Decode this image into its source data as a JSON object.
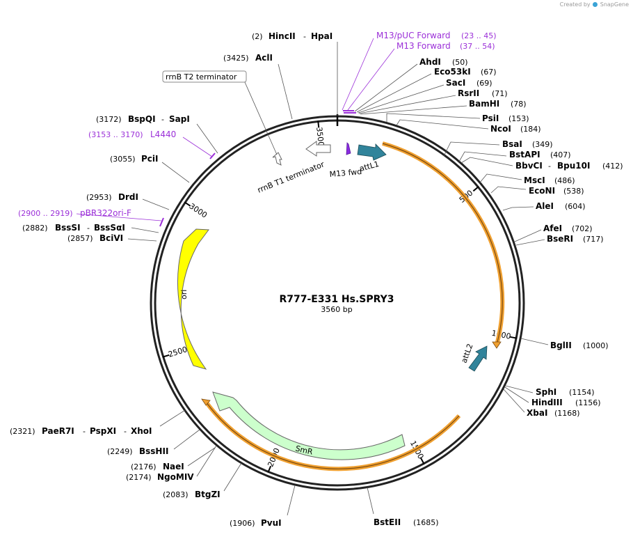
{
  "credit": {
    "prefix": "Created by",
    "brand": "SnapGene"
  },
  "map": {
    "name": "R777-E331 Hs.SPRY3",
    "length_label": "3560 bp",
    "total_bp": 3560
  },
  "ticks": [
    {
      "label": "500",
      "pos": 500
    },
    {
      "label": "1000",
      "pos": 1000
    },
    {
      "label": "1500",
      "pos": 1500
    },
    {
      "label": "2000",
      "pos": 2000
    },
    {
      "label": "2500",
      "pos": 2500
    },
    {
      "label": "3000",
      "pos": 3000
    },
    {
      "label": "3500",
      "pos": 3500
    }
  ],
  "sites": [
    {
      "id": "hincii",
      "pos_text": "(2)",
      "name": "HincII",
      "name2": "HpaI",
      "bp": 2
    },
    {
      "id": "acli",
      "pos_text": "(3425)",
      "name": "AclI",
      "bp": 3425
    },
    {
      "id": "ahdi",
      "name": "AhdI",
      "pos_text": "(50)",
      "bp": 50
    },
    {
      "id": "eco53ki",
      "name": "Eco53kI",
      "pos_text": "(67)",
      "bp": 67
    },
    {
      "id": "saci",
      "name": "SacI",
      "pos_text": "(69)",
      "bp": 69
    },
    {
      "id": "rsrii",
      "name": "RsrII",
      "pos_text": "(71)",
      "bp": 71
    },
    {
      "id": "bamhi",
      "name": "BamHI",
      "pos_text": "(78)",
      "bp": 78
    },
    {
      "id": "psii",
      "name": "PsiI",
      "pos_text": "(153)",
      "bp": 153
    },
    {
      "id": "ncoi",
      "name": "NcoI",
      "pos_text": "(184)",
      "bp": 184
    },
    {
      "id": "bsai",
      "name": "BsaI",
      "pos_text": "(349)",
      "bp": 349
    },
    {
      "id": "bstapi",
      "name": "BstAPI",
      "pos_text": "(407)",
      "bp": 407
    },
    {
      "id": "bbvci",
      "name": "BbvCI",
      "name2": "Bpu10I",
      "pos_text": "(412)",
      "bp": 412
    },
    {
      "id": "msci",
      "name": "MscI",
      "pos_text": "(486)",
      "bp": 486
    },
    {
      "id": "econi",
      "name": "EcoNI",
      "pos_text": "(538)",
      "bp": 538
    },
    {
      "id": "alei",
      "name": "AleI",
      "pos_text": "(604)",
      "bp": 604
    },
    {
      "id": "afei",
      "name": "AfeI",
      "pos_text": "(702)",
      "bp": 702
    },
    {
      "id": "bseri",
      "name": "BseRI",
      "pos_text": "(717)",
      "bp": 717
    },
    {
      "id": "bglii",
      "name": "BglII",
      "pos_text": "(1000)",
      "bp": 1000
    },
    {
      "id": "sphi",
      "name": "SphI",
      "pos_text": "(1154)",
      "bp": 1154
    },
    {
      "id": "hindiii",
      "name": "HindIII",
      "pos_text": "(1156)",
      "bp": 1156
    },
    {
      "id": "xbai",
      "name": "XbaI",
      "pos_text": "(1168)",
      "bp": 1168
    },
    {
      "id": "bsteii",
      "name": "BstEII",
      "pos_text": "(1685)",
      "bp": 1685
    },
    {
      "id": "pvui",
      "pos_text": "(1906)",
      "name": "PvuI",
      "bp": 1906
    },
    {
      "id": "btgzi",
      "pos_text": "(2083)",
      "name": "BtgZI",
      "bp": 2083
    },
    {
      "id": "ngomiv",
      "pos_text": "(2174)",
      "name": "NgoMIV",
      "bp": 2174
    },
    {
      "id": "naei",
      "pos_text": "(2176)",
      "name": "NaeI",
      "bp": 2176
    },
    {
      "id": "psshii",
      "pos_text": "(2249)",
      "name": "BssHII",
      "bp": 2249
    },
    {
      "id": "paer7i",
      "pos_text": "(2321)",
      "name": "PaeR7I",
      "name2": "PspXI",
      "name3": "XhoI",
      "bp": 2321
    },
    {
      "id": "bcivi",
      "pos_text": "(2857)",
      "name": "BciVI",
      "bp": 2857
    },
    {
      "id": "bsssi",
      "pos_text": "(2882)",
      "name": "BssSI",
      "name2": "BssSαI",
      "bp": 2882
    },
    {
      "id": "drdi",
      "pos_text": "(2953)",
      "name": "DrdI",
      "bp": 2953
    },
    {
      "id": "pcii",
      "pos_text": "(3055)",
      "name": "PciI",
      "bp": 3055
    },
    {
      "id": "bspqi",
      "pos_text": "(3172)",
      "name": "BspQI",
      "name2": "SapI",
      "bp": 3172
    }
  ],
  "primers": [
    {
      "id": "m13puc",
      "name": "M13/pUC Forward",
      "range": "(23 .. 45)",
      "bp": 34
    },
    {
      "id": "m13fwd",
      "name": "M13 Forward",
      "range": "(37 .. 54)",
      "bp": 45
    },
    {
      "id": "l4440",
      "range": "(3153 .. 3170)",
      "name": "L4440",
      "bp": 3161
    },
    {
      "id": "pbr322",
      "range": "(2900 .. 2919)",
      "name": "pBR322ori-F",
      "bp": 2909
    }
  ],
  "features": {
    "rrnb_t2": "rrnB T2 terminator",
    "rrnb_t1": "rrnB T1 terminator",
    "m13_fwd": "M13 fwd",
    "attl1": "attL1",
    "attl2": "attL2",
    "ori": "ori",
    "smr": "SmR"
  },
  "colors": {
    "ori": "#ffff00",
    "smr": "#ccffcc",
    "att": "#31849b",
    "primer": "#9b2fd8",
    "orf": "#f0a030"
  }
}
